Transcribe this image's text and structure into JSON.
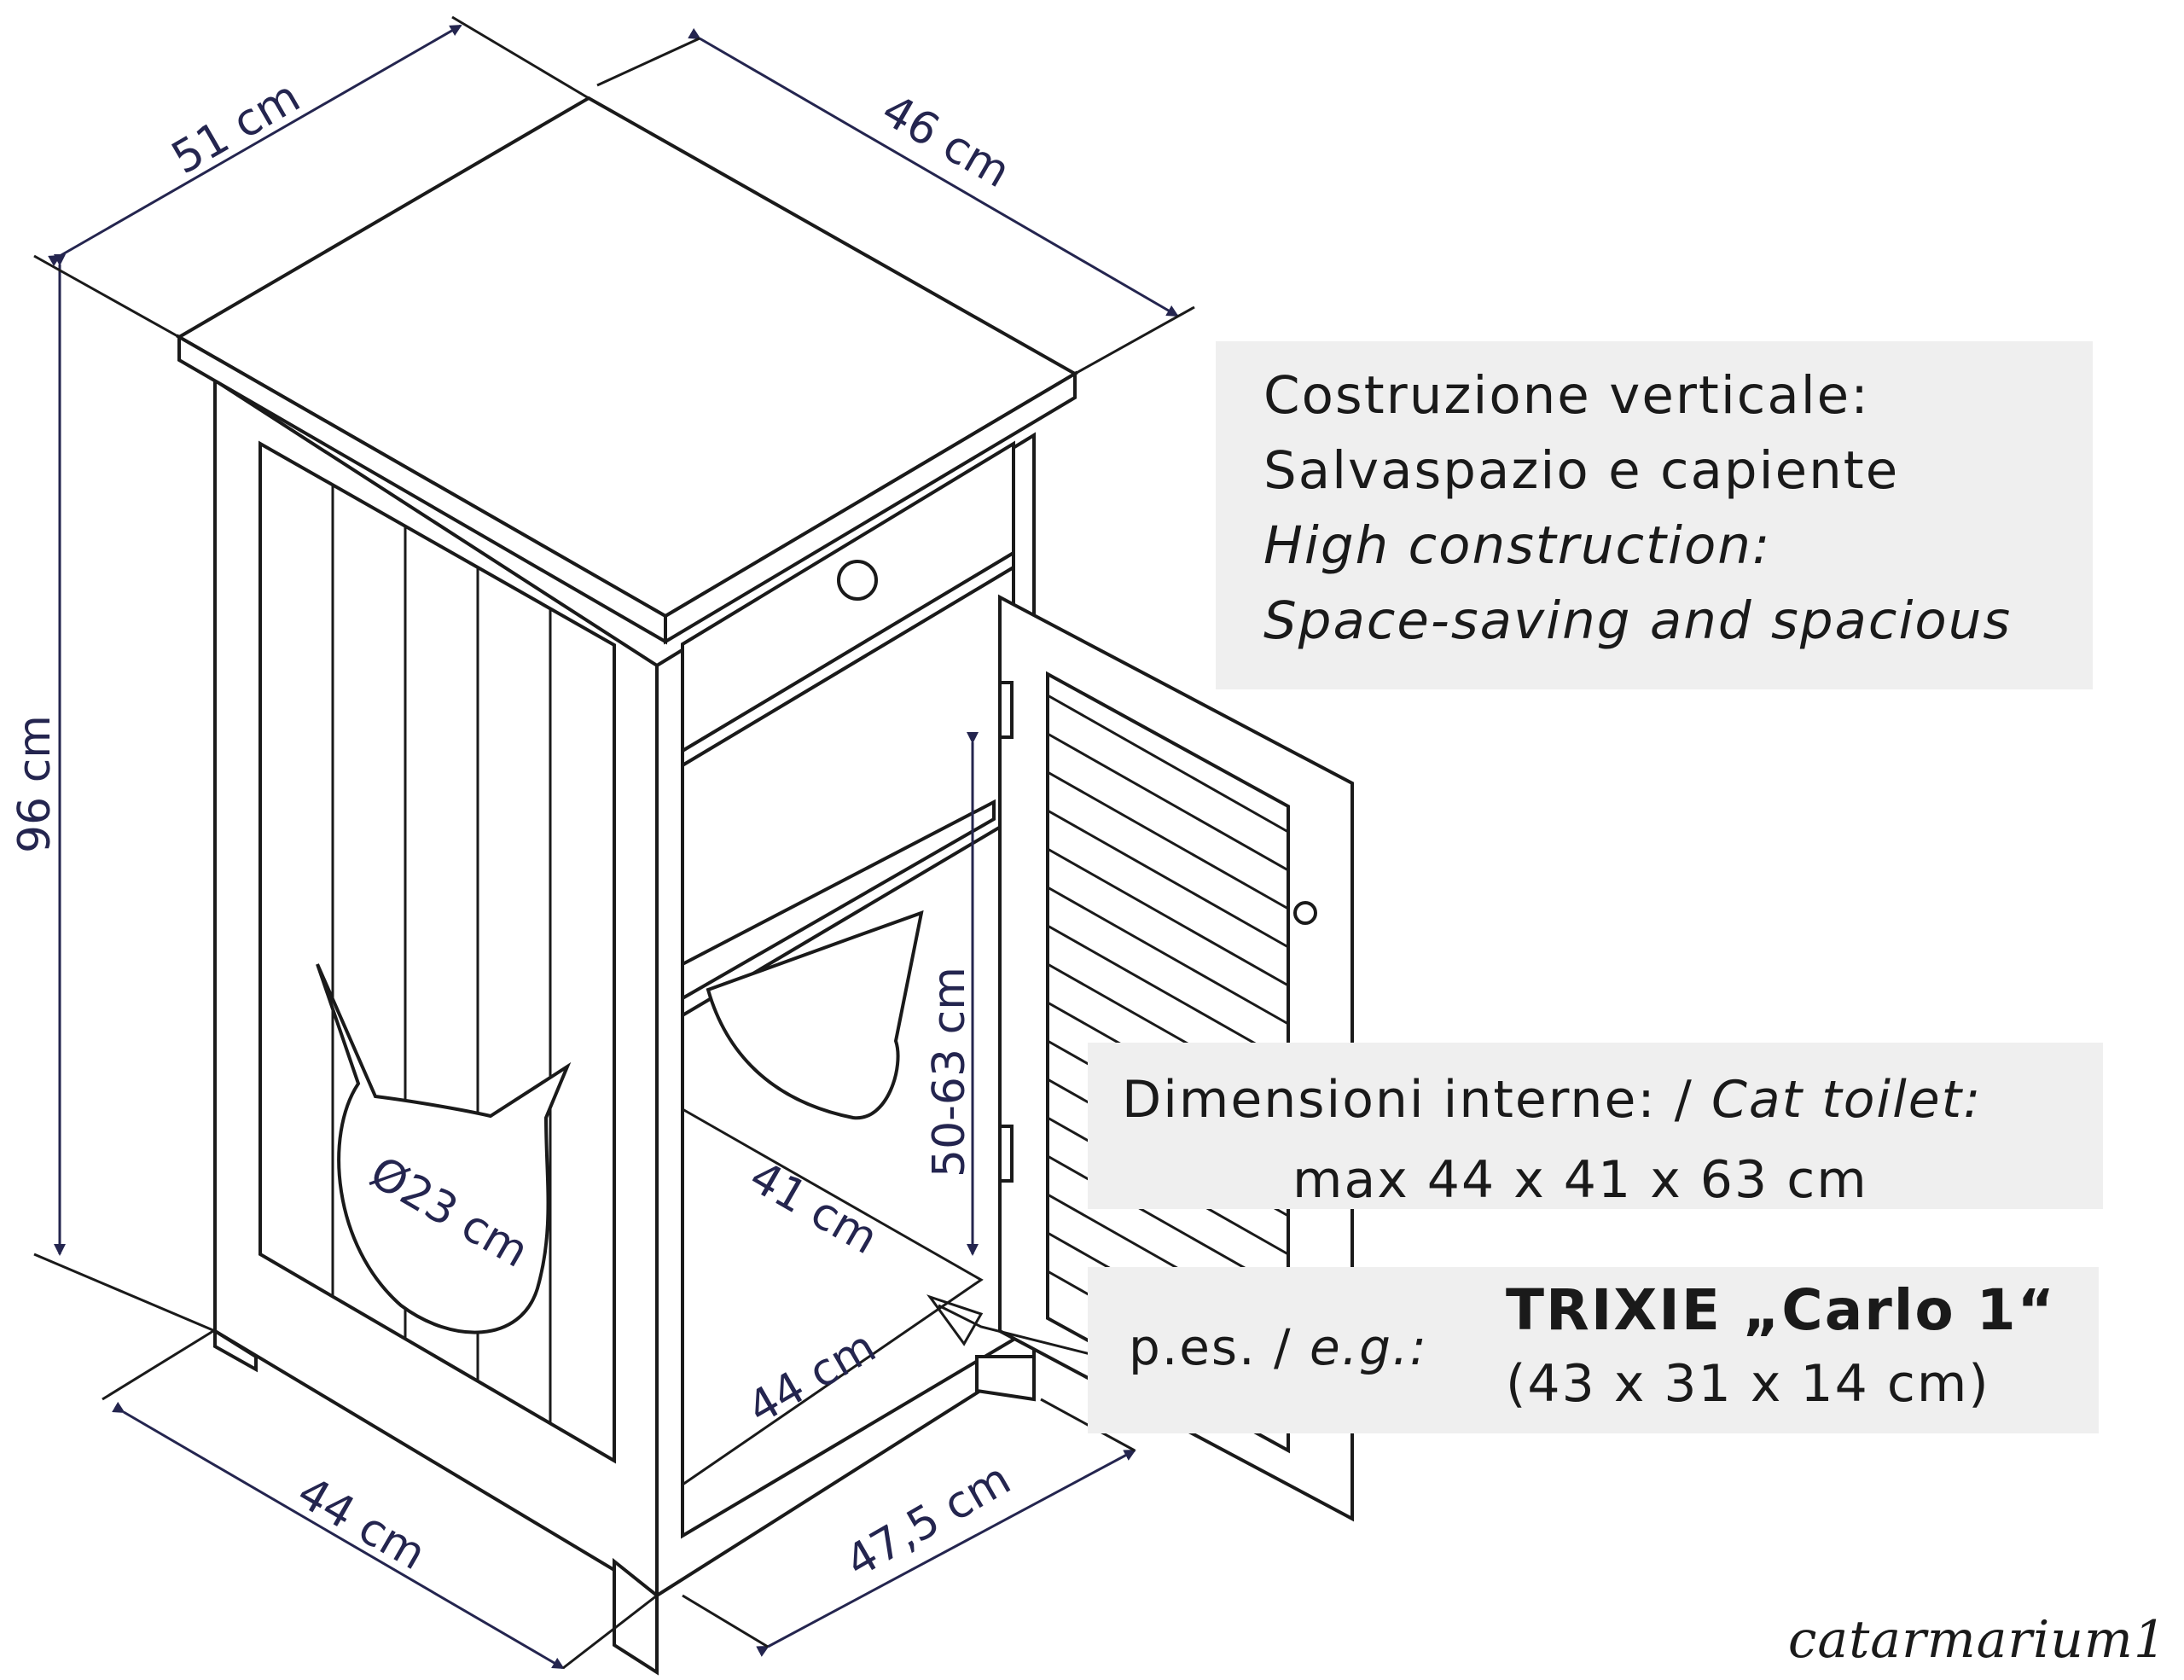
{
  "dimensions": {
    "width_top": "51 cm",
    "depth_top": "46 cm",
    "height": "96 cm",
    "width_bottom": "44 cm",
    "depth_bottom": "47,5 cm",
    "entry_diameter": "Ø23 cm",
    "interior_height": "50-63 cm",
    "interior_depth": "41 cm",
    "interior_width": "44 cm"
  },
  "panels": {
    "construction": {
      "line1": "Costruzione verticale:",
      "line2": "Salvaspazio e capiente",
      "line3": "High construction:",
      "line4": "Space-saving and spacious"
    },
    "internal": {
      "label": "Dimensioni interne: / ",
      "label_en": "Cat toilet:",
      "size": "max 44 x 41 x 63 cm"
    },
    "example": {
      "prefix": "p.es. / ",
      "prefix_en": "e.g.:",
      "product": "TRIXIE „Carlo 1“",
      "product_size": "(43 x 31 x 14 cm)"
    }
  },
  "watermark": "catarmarium1",
  "colors": {
    "dimension": "#24254f",
    "outline": "#1a1a1a",
    "panel": "#efefef"
  }
}
